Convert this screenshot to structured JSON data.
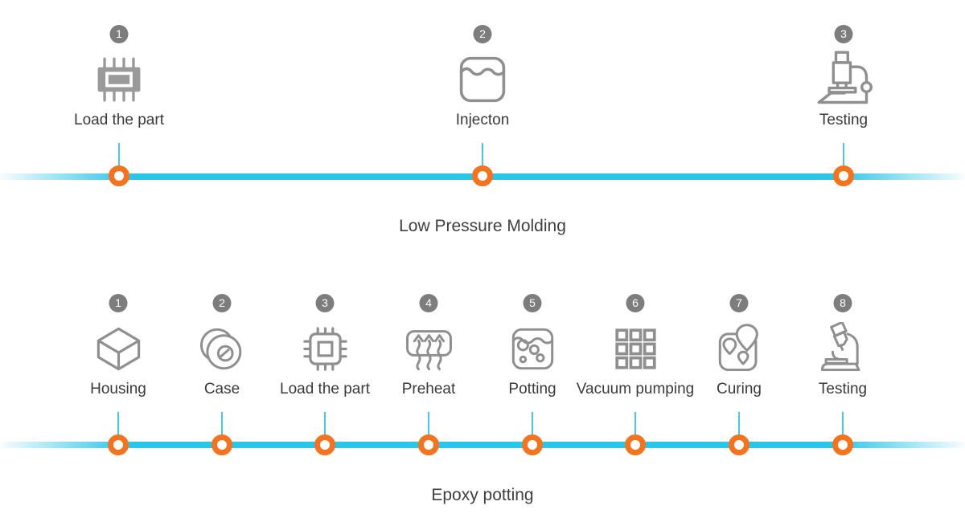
{
  "colors": {
    "timeline_cyan": "#2bc5e8",
    "connector_cyan": "#49c8e4",
    "marker_orange": "#f4731f",
    "badge_gray": "#7d7d7d",
    "icon_gray": "#8f8f8f",
    "label_gray": "#3a3a3a"
  },
  "sections": [
    {
      "title": "Low Pressure Molding",
      "steps": [
        {
          "number": "1",
          "label": "Load the part",
          "icon": "chip-filled-icon"
        },
        {
          "number": "2",
          "label": "Injecton",
          "icon": "liquid-tank-icon"
        },
        {
          "number": "3",
          "label": "Testing",
          "icon": "microscope-icon"
        }
      ]
    },
    {
      "title": "Epoxy potting",
      "steps": [
        {
          "number": "1",
          "label": "Housing",
          "icon": "cube-icon"
        },
        {
          "number": "2",
          "label": "Case",
          "icon": "rings-icon"
        },
        {
          "number": "3",
          "label": "Load the part",
          "icon": "chip-outline-icon"
        },
        {
          "number": "4",
          "label": "Preheat",
          "icon": "heat-arrows-icon"
        },
        {
          "number": "5",
          "label": "Potting",
          "icon": "bubbles-tank-icon"
        },
        {
          "number": "6",
          "label": "Vacuum pumping",
          "icon": "grid-icon"
        },
        {
          "number": "7",
          "label": "Curing",
          "icon": "map-pins-icon"
        },
        {
          "number": "8",
          "label": "Testing",
          "icon": "microscope-tilted-icon"
        }
      ]
    }
  ]
}
